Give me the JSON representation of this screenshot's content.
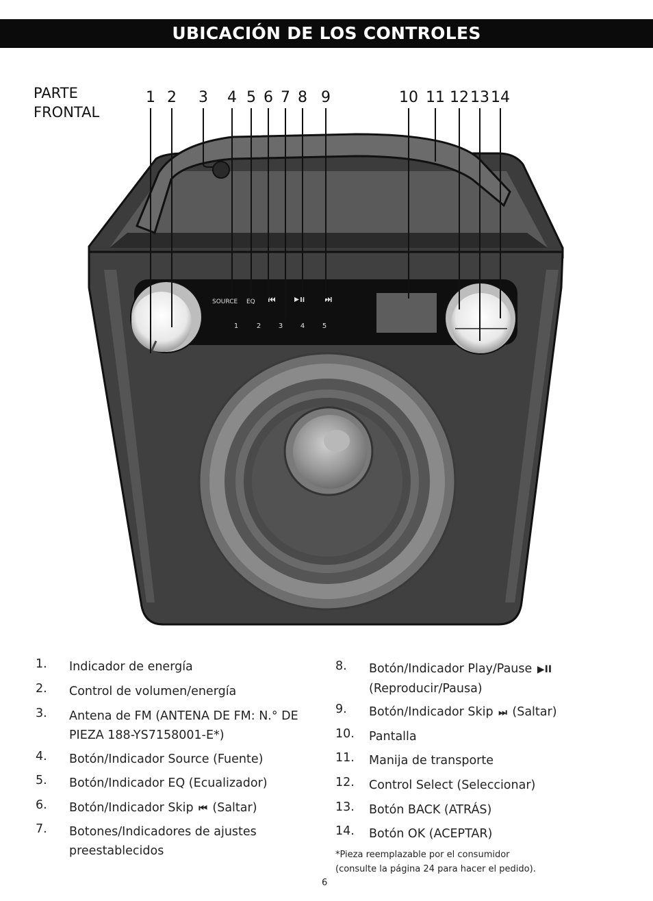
{
  "header": {
    "title": "UBICACIÓN DE LOS CONTROLES"
  },
  "section": {
    "line1": "PARTE",
    "line2": "FRONTAL"
  },
  "callouts": [
    "1",
    "2",
    "3",
    "4",
    "5",
    "6",
    "7",
    "8",
    "9",
    "10",
    "11",
    "12",
    "13",
    "14"
  ],
  "panel": {
    "source_label": "SOURCE",
    "eq_label": "EQ",
    "skip_back_icon": "skip-back-icon",
    "play_pause_icon": "play-pause-icon",
    "skip_forward_icon": "skip-forward-icon",
    "presets": [
      "1",
      "2",
      "3",
      "4",
      "5"
    ]
  },
  "legend_left": [
    {
      "num": "1.",
      "text": "Indicador de energía"
    },
    {
      "num": "2.",
      "text": "Control de volumen/energía"
    },
    {
      "num": "3.",
      "text": "Antena de FM (ANTENA DE FM: N.° DE PIEZA 188-YS7158001-E*)"
    },
    {
      "num": "4.",
      "text": "Botón/Indicador Source (Fuente)"
    },
    {
      "num": "5.",
      "text": "Botón/Indicador EQ (Ecualizador)"
    },
    {
      "num": "6.",
      "text_before": "Botón/Indicador Skip",
      "icon": "⏮",
      "text_after": "(Saltar)"
    },
    {
      "num": "7.",
      "text": "Botones/Indicadores de ajustes preestablecidos"
    }
  ],
  "legend_right": [
    {
      "num": "8.",
      "text_before": "Botón/Indicador Play/Pause",
      "icon": "▶II",
      "text_after": "(Reproducir/Pausa)"
    },
    {
      "num": "9.",
      "text_before": "Botón/Indicador Skip",
      "icon": "⏭",
      "text_after": "(Saltar)"
    },
    {
      "num": "10.",
      "text": "Pantalla"
    },
    {
      "num": "11.",
      "text": "Manija de transporte"
    },
    {
      "num": "12.",
      "text": "Control Select (Seleccionar)"
    },
    {
      "num": "13.",
      "text": "Botón BACK (ATRÁS)"
    },
    {
      "num": "14.",
      "text": "Botón OK (ACEPTAR)"
    }
  ],
  "footnote": {
    "line1": "*Pieza reemplazable por el consumidor",
    "line2": "(consulte la página 24 para hacer el pedido)."
  },
  "page_number": "6"
}
